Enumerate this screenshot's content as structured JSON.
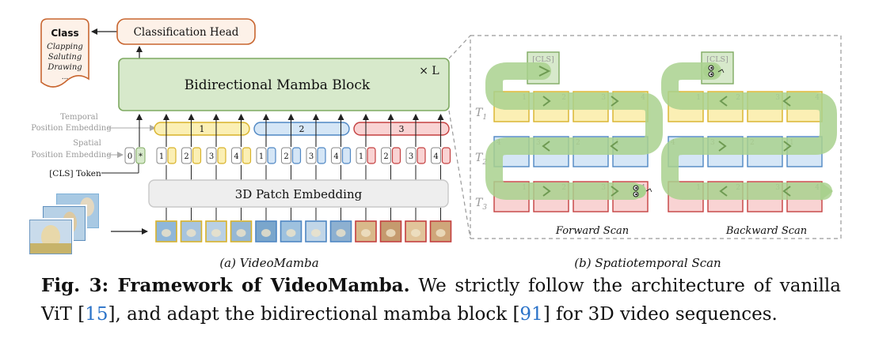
{
  "class_box": {
    "title": "Class",
    "items": [
      "Clapping",
      "Saluting",
      "Drawing",
      "..."
    ]
  },
  "classification_head": "Classification Head",
  "mamba_block": {
    "label": "Bidirectional Mamba Block",
    "repeat": "× L"
  },
  "embeddings": {
    "temporal": [
      "Temporal",
      "Position Embedding"
    ],
    "spatial": [
      "Spatial",
      "Position Embedding"
    ],
    "cls_token": "[CLS] Token",
    "temporal_ids": [
      "1",
      "2",
      "3"
    ],
    "cls_index": "0",
    "cls_mark": "*",
    "patch_ids": [
      "1",
      "2",
      "3",
      "4",
      "1",
      "2",
      "3",
      "4",
      "1",
      "2",
      "3",
      "4"
    ]
  },
  "patch_embedding": "3D Patch Embedding",
  "scan": {
    "cls_label": "[CLS]",
    "rows": [
      "T1",
      "T2",
      "T3"
    ],
    "row_main": "T",
    "row_subs": [
      "1",
      "2",
      "3"
    ],
    "cell_ids": [
      "1",
      "2",
      "3",
      "4"
    ],
    "forward_label": "Forward Scan",
    "backward_label": "Backward Scan"
  },
  "subcaptions": {
    "a": "(a) VideoMamba",
    "b": "(b) Spatiotemporal Scan"
  },
  "caption": {
    "bold": "Fig. 3: Framework of VideoMamba.",
    "text1": " We strictly follow the architecture of vanilla ViT [",
    "ref1": "15",
    "text2": "], and adapt the bidirectional mamba block [",
    "ref2": "91",
    "text3": "] for 3D video sequences."
  },
  "colors": {
    "yellow_fill": "#fbefb4",
    "yellow_stroke": "#d8b22a",
    "blue_fill": "#d5e6f6",
    "blue_stroke": "#4f87c3",
    "red_fill": "#f9d3d3",
    "red_stroke": "#c44040",
    "green_fill": "#d7e9cb",
    "green_stroke": "#7faa62",
    "orange_fill": "#fdf1e8",
    "orange_stroke": "#c8652f",
    "snake": "#a9d18e"
  }
}
